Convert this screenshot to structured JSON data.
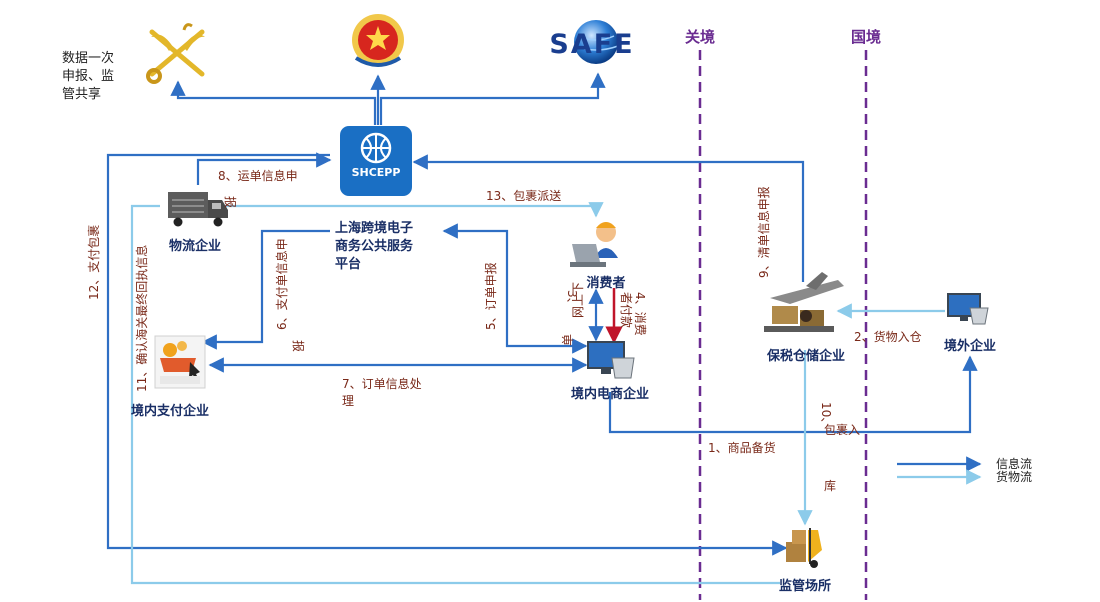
{
  "borders": {
    "customs": "关境",
    "national": "国境"
  },
  "top_note": [
    "数据一次",
    "申报、监",
    "管共享"
  ],
  "logos": {
    "safe": "SAFE",
    "shcepp": "SHCEPP"
  },
  "nodes": {
    "platform": [
      "上海跨境电子",
      "商务公共服务",
      "平台"
    ],
    "logistics": "物流企业",
    "consumer": "消费者",
    "payment": "境内支付企业",
    "ecommerce": "境内电商企业",
    "bonded": "保税仓储企业",
    "overseas": "境外企业",
    "supervision": "监管场所"
  },
  "labels": {
    "l8": [
      "8、运单信息申",
      "报"
    ],
    "l13": "13、包裹派送",
    "l12": "12、支付包裹",
    "l11": "11、确认海关最终回执信息",
    "l6": [
      "6、支付单信息申",
      "报"
    ],
    "l5": "5、订单申报",
    "l3": [
      "3、",
      "网上下",
      "单"
    ],
    "l4": [
      "4、消费",
      "者付款"
    ],
    "l7": [
      "7、订单信息处",
      "理"
    ],
    "l9": "9、清单信息申报",
    "l2": "2、货物入仓",
    "l1": "1、商品备货",
    "l10": [
      "10、",
      "包裹入",
      "库"
    ]
  },
  "legend": {
    "info": "信息流",
    "goods": "货物流"
  },
  "colors": {
    "info": "#2f6fc4",
    "goods": "#8ccbea",
    "border": "#6a2c91",
    "pay": "#c0152a",
    "label": "#7a2a1a"
  }
}
